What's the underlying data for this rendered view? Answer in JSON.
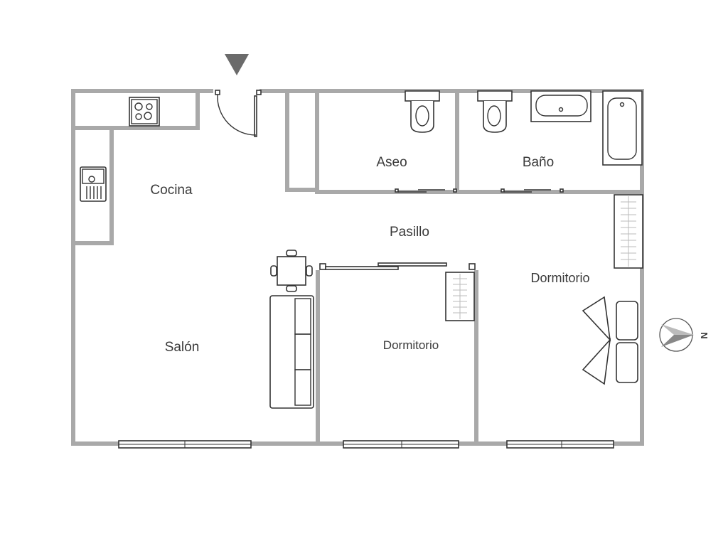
{
  "plan": {
    "rooms": [
      {
        "id": "cocina",
        "label": "Cocina"
      },
      {
        "id": "aseo",
        "label": "Aseo"
      },
      {
        "id": "bano",
        "label": "Baño"
      },
      {
        "id": "pasillo",
        "label": "Pasillo"
      },
      {
        "id": "dormitorio1",
        "label": "Dormitorio"
      },
      {
        "id": "salon",
        "label": "Salón"
      },
      {
        "id": "dormitorio2",
        "label": "Dormitorio"
      }
    ],
    "compass": {
      "label": "N"
    },
    "colors": {
      "wall": "#a9a9a9",
      "lines": "#333333",
      "entrance": "#6b6b6b"
    }
  }
}
